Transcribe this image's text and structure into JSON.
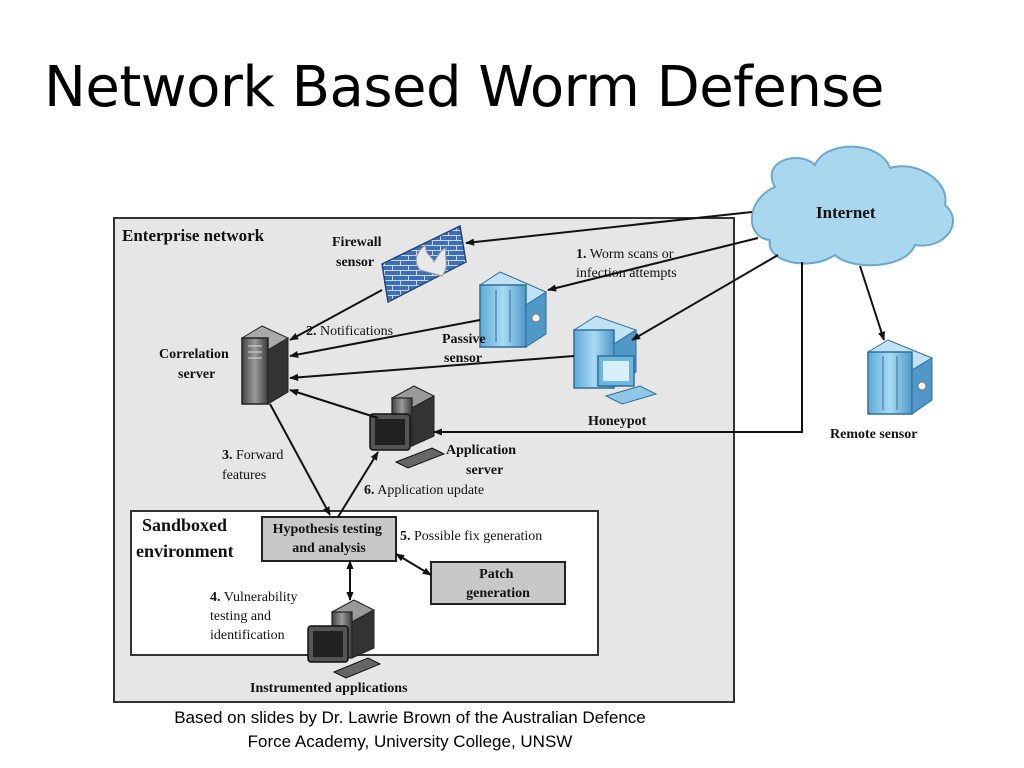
{
  "slide": {
    "title": "Network Based Worm Defense",
    "footer_line1": "Based on slides by Dr. Lawrie Brown of the Australian Defence",
    "footer_line2": "Force Academy, University College, UNSW"
  },
  "diagram": {
    "internet_label": "Internet",
    "enterprise_label": "Enterprise network",
    "firewall_label_1": "Firewall",
    "firewall_label_2": "sensor",
    "passive_label_1": "Passive",
    "passive_label_2": "sensor",
    "honeypot_label": "Honeypot",
    "remote_label": "Remote sensor",
    "correlation_label_1": "Correlation",
    "correlation_label_2": "server",
    "app_server_label_1": "Application",
    "app_server_label_2": "server",
    "sandbox_label_1": "Sandboxed",
    "sandbox_label_2": "environment",
    "hypothesis_label_1": "Hypothesis testing",
    "hypothesis_label_2": "and analysis",
    "patch_label_1": "Patch",
    "patch_label_2": "generation",
    "instrumented_label": "Instrumented applications",
    "step1_num": "1.",
    "step1_text_1": "Worm scans or",
    "step1_text_2": "infection attempts",
    "step2_num": "2.",
    "step2_text": "Notifications",
    "step3_num": "3.",
    "step3_text_1": "Forward",
    "step3_text_2": "features",
    "step4_num": "4.",
    "step4_text_1": "Vulnerability",
    "step4_text_2": "testing and",
    "step4_text_3": "identification",
    "step5_num": "5.",
    "step5_text": "Possible fix generation",
    "step6_num": "6.",
    "step6_text": "Application update"
  },
  "colors": {
    "enterprise_fill": "#e6e6e6",
    "cloud_fill": "#a8d7ee",
    "sensor_fill": "#8fc8e6",
    "box_fill": "#c8c8c8",
    "firewall_brick": "#3d6fb5"
  }
}
